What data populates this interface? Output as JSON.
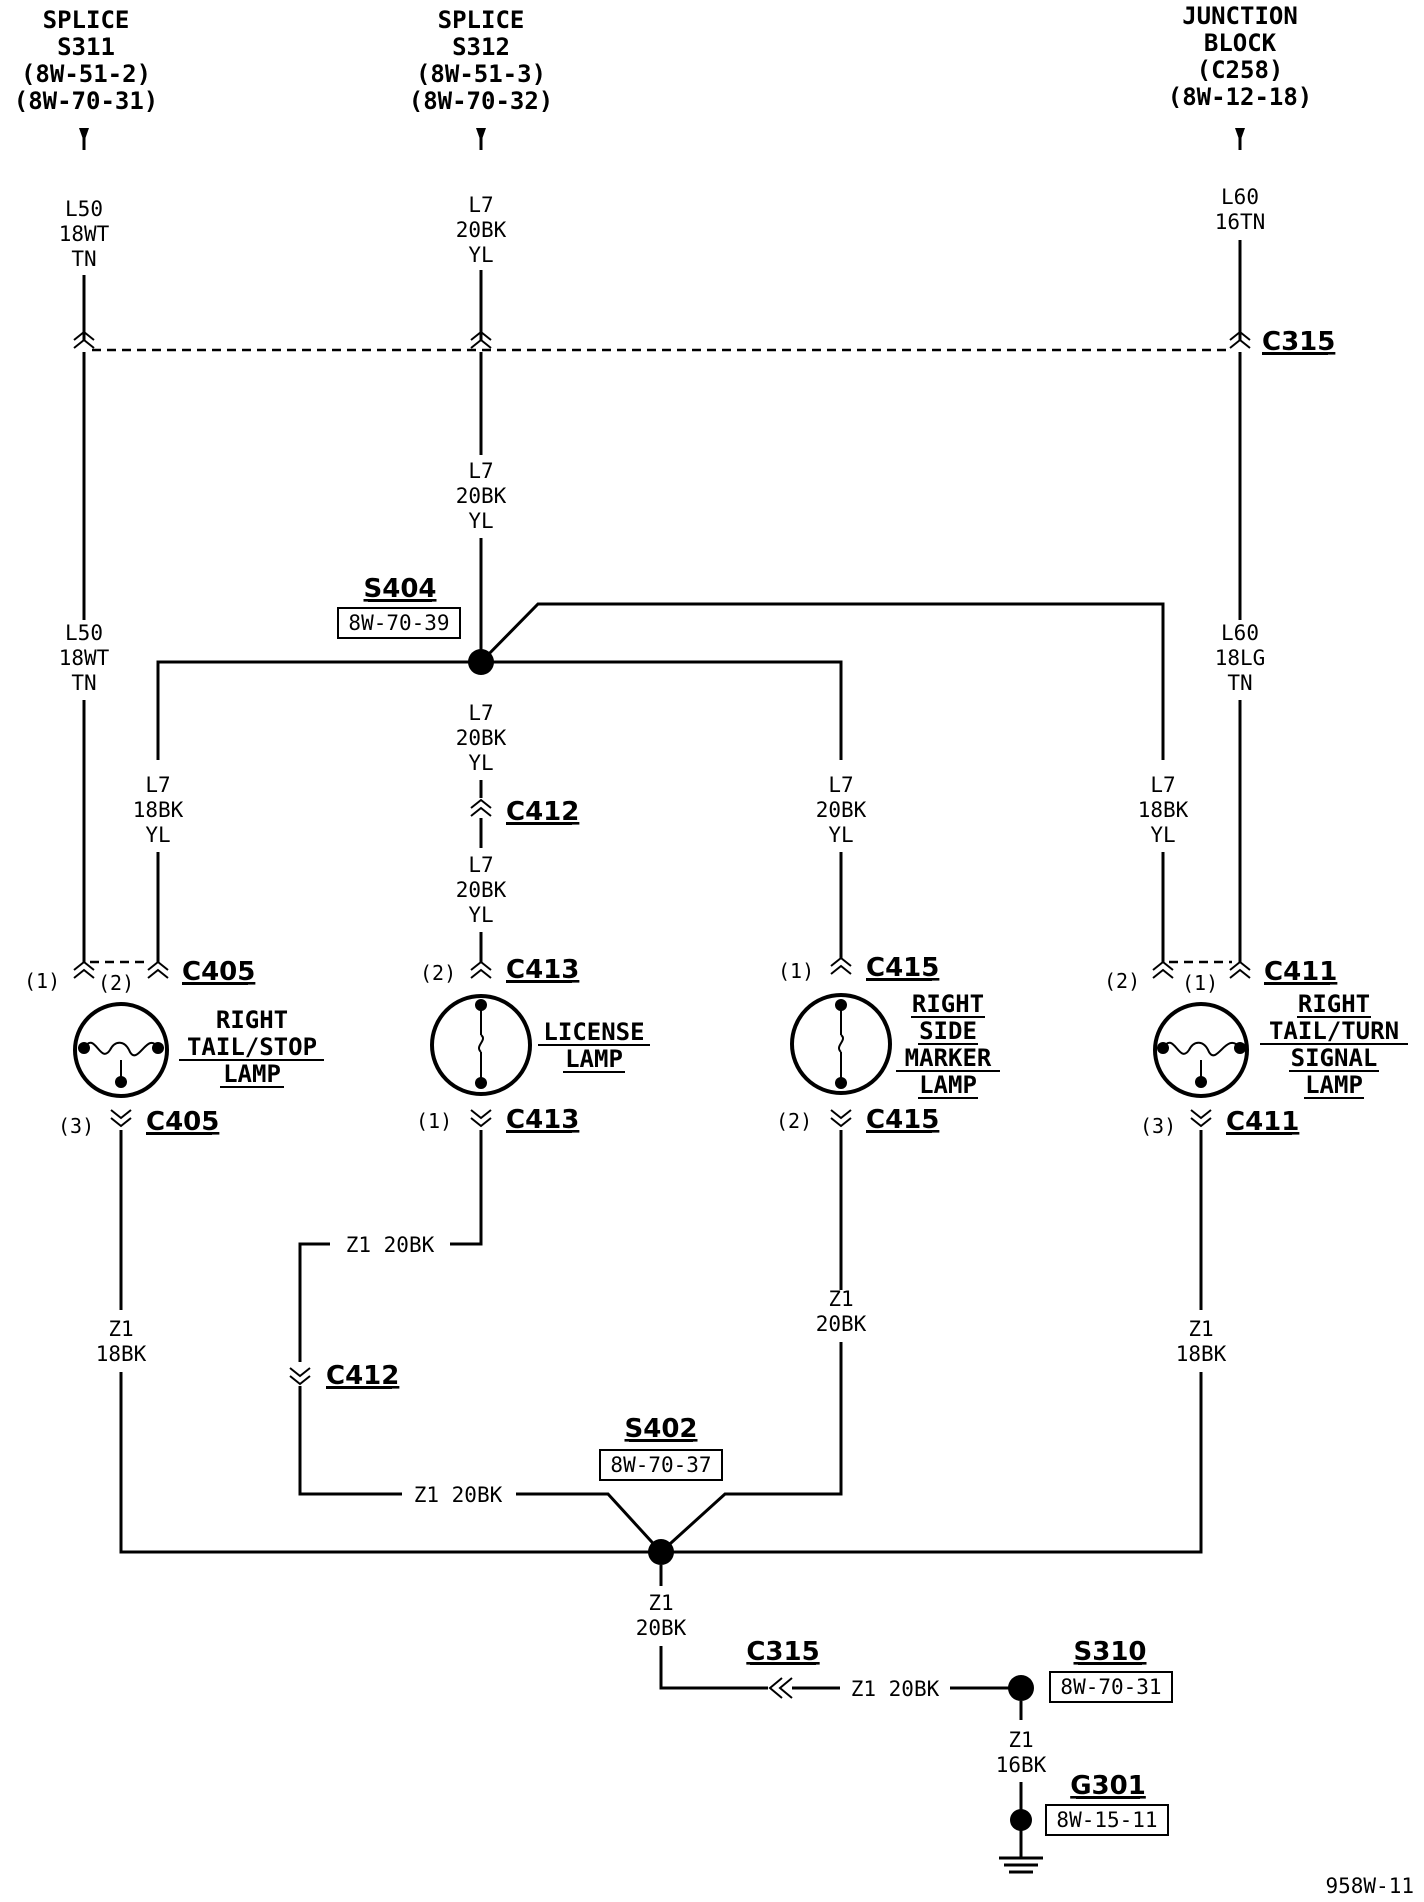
{
  "sources": [
    {
      "lines": [
        "SPLICE",
        "S311",
        "(8W-51-2)",
        "(8W-70-31)"
      ]
    },
    {
      "lines": [
        "SPLICE",
        "S312",
        "(8W-51-3)",
        "(8W-70-32)"
      ]
    },
    {
      "lines": [
        "JUNCTION",
        "BLOCK",
        "(C258)",
        "(8W-12-18)"
      ]
    }
  ],
  "wire_labels": {
    "l50_top": [
      "L50",
      "18WT",
      "TN"
    ],
    "l7_top": [
      "L7",
      "20BK",
      "YL"
    ],
    "l60_top": [
      "L60",
      "16TN"
    ],
    "l7_mid": [
      "L7",
      "20BK",
      "YL"
    ],
    "l50_mid": [
      "L50",
      "18WT",
      "TN"
    ],
    "l60_mid": [
      "L60",
      "18LG",
      "TN"
    ],
    "l7_below_s404": [
      "L7",
      "20BK",
      "YL"
    ],
    "l7_left": [
      "L7",
      "18BK",
      "YL"
    ],
    "l7_lic": [
      "L7",
      "20BK",
      "YL"
    ],
    "l7_marker": [
      "L7",
      "20BK",
      "YL"
    ],
    "l7_right": [
      "L7",
      "18BK",
      "YL"
    ],
    "z1_left": [
      "Z1",
      "18BK"
    ],
    "z1_marker": [
      "Z1",
      "20BK"
    ],
    "z1_right": [
      "Z1",
      "18BK"
    ],
    "z1_lic_h": "Z1 20BK",
    "z1_s402_in": "Z1 20BK",
    "z1_s402_out": [
      "Z1",
      "20BK"
    ],
    "z1_c315": "Z1 20BK",
    "z1_ground": [
      "Z1",
      "16BK"
    ]
  },
  "connectors": {
    "c315_top": "C315",
    "c412_top": "C412",
    "c405_top": "C405",
    "c405_bot": "C405",
    "c413_top": "C413",
    "c413_bot": "C413",
    "c415_top": "C415",
    "c415_bot": "C415",
    "c411_top": "C411",
    "c411_bot": "C411",
    "c412_bot": "C412",
    "c315_bot": "C315"
  },
  "pins": {
    "c405_1": "(1)",
    "c405_2": "(2)",
    "c405_3": "(3)",
    "c413_2": "(2)",
    "c413_1": "(1)",
    "c415_1": "(1)",
    "c415_2": "(2)",
    "c411_2": "(2)",
    "c411_1": "(1)",
    "c411_3": "(3)"
  },
  "splices": {
    "s404": {
      "name": "S404",
      "ref": "8W-70-39"
    },
    "s402": {
      "name": "S402",
      "ref": "8W-70-37"
    },
    "s310": {
      "name": "S310",
      "ref": "8W-70-31"
    },
    "g301": {
      "name": "G301",
      "ref": "8W-15-11"
    }
  },
  "lamps": {
    "tail_stop": [
      "RIGHT",
      "TAIL/STOP",
      "LAMP"
    ],
    "license": [
      "LICENSE",
      "LAMP"
    ],
    "marker": [
      "RIGHT",
      "SIDE",
      "MARKER",
      "LAMP"
    ],
    "tail_turn": [
      "RIGHT",
      "TAIL/TURN",
      "SIGNAL",
      "LAMP"
    ]
  },
  "figure_id": "958W-11"
}
